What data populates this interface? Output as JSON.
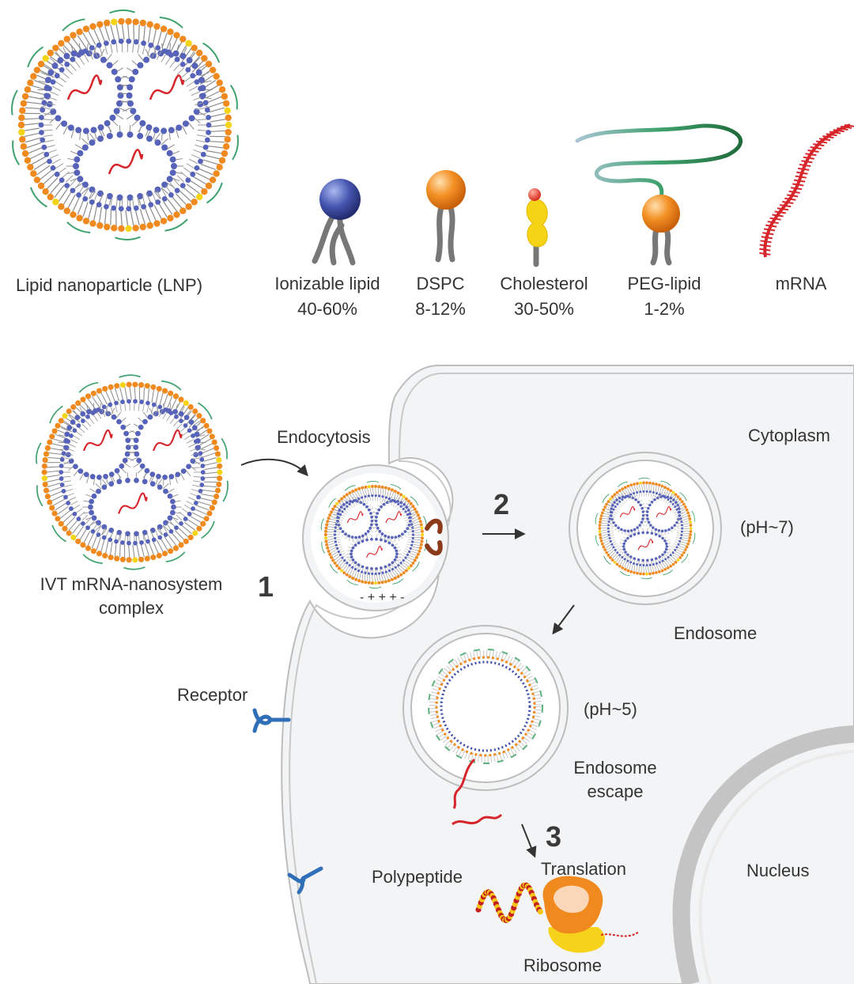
{
  "components": {
    "lnp_label": "Lipid nanoparticle (LNP)",
    "ionizable": {
      "name": "Ionizable lipid",
      "percent": "40-60%"
    },
    "dspc": {
      "name": "DSPC",
      "percent": "8-12%"
    },
    "cholesterol": {
      "name": "Cholesterol",
      "percent": "30-50%"
    },
    "peg": {
      "name": "PEG-lipid",
      "percent": "1-2%"
    },
    "mrna": {
      "name": "mRNA"
    }
  },
  "pathway": {
    "complex_line1": "IVT mRNA-nanosystem",
    "complex_line2": "complex",
    "endocytosis": "Endocytosis",
    "cytoplasm": "Cytoplasm",
    "ph7": "(pH~7)",
    "endosome": "Endosome",
    "ph5": "(pH~5)",
    "escape_line1": "Endosome",
    "escape_line2": "escape",
    "receptor": "Receptor",
    "polypeptide": "Polypeptide",
    "translation": "Translation",
    "ribosome": "Ribosome",
    "nucleus": "Nucleus",
    "step1": "1",
    "step2": "2",
    "step3": "3"
  },
  "colors": {
    "ionizable_head": "#3f4fa6",
    "dspc_head": "#f08a1e",
    "cholesterol": "#f5d416",
    "peg_chain": "#2e8b57",
    "mrna": "#d7262b",
    "receptor": "#2f6fb8",
    "cell_fill": "#f3f4f5",
    "membrane": "#bdbdbd"
  }
}
